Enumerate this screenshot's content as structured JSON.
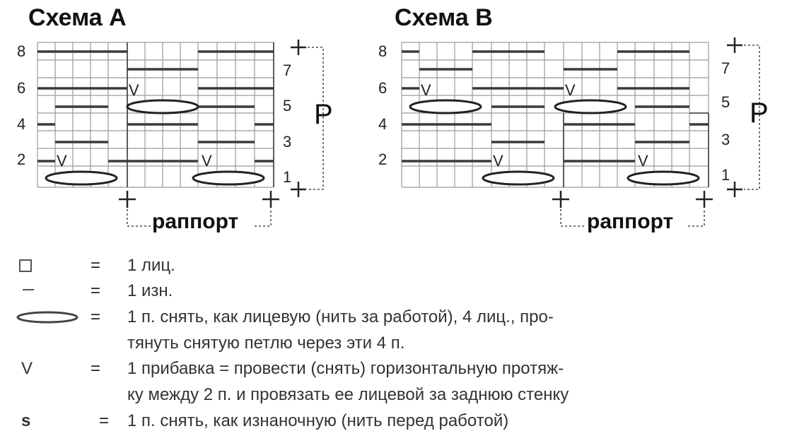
{
  "schemes": [
    {
      "title": "Схема А",
      "row_labels_left": [
        "8",
        "6",
        "4",
        "2"
      ],
      "row_labels_right": [
        "7",
        "5",
        "3",
        "1"
      ],
      "repeat_marker": "Р",
      "rapport_label": "раппорт",
      "increase_symbol": "V"
    },
    {
      "title": "Схема В",
      "row_labels_left": [
        "8",
        "6",
        "4",
        "2"
      ],
      "row_labels_right": [
        "7",
        "5",
        "3",
        "1"
      ],
      "repeat_marker": "Р",
      "rapport_label": "раппорт",
      "increase_symbol": "V"
    }
  ],
  "legend": {
    "items": [
      {
        "symbol": "knit-square",
        "eq": "=",
        "lines": [
          "1 лиц."
        ]
      },
      {
        "symbol": "purl-dash",
        "eq": "=",
        "lines": [
          "1 изн."
        ]
      },
      {
        "symbol": "slip-oval",
        "eq": "=",
        "lines": [
          "1 п. снять, как лицевую (нить за работой), 4 лиц., про-",
          "тянуть снятую петлю через эти 4 п."
        ]
      },
      {
        "symbol": "increase-v",
        "glyph": "V",
        "eq": "=",
        "lines": [
          "1 прибавка = провести (снять) горизонтальную протяж-",
          "ку между 2 п. и провязать ее лицевой за заднюю стенку"
        ]
      },
      {
        "symbol": "slip-purlwise-s",
        "glyph": "s",
        "eq": "=",
        "lines": [
          "1 п. снять, как изнаночную (нить перед работой)"
        ]
      }
    ]
  }
}
